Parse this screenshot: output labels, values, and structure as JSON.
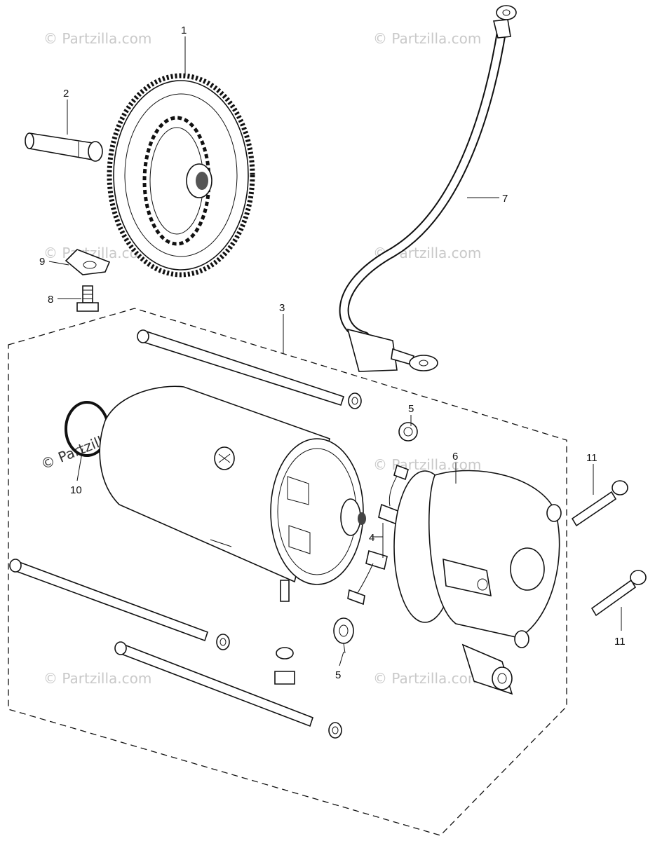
{
  "watermark": {
    "text": "© Partzilla.com"
  },
  "callouts": {
    "c1": "1",
    "c2": "2",
    "c3": "3",
    "c4": "4",
    "c5a": "5",
    "c5b": "5",
    "c6": "6",
    "c7": "7",
    "c8": "8",
    "c9": "9",
    "c10": "10",
    "c11a": "11",
    "c11b": "11"
  }
}
